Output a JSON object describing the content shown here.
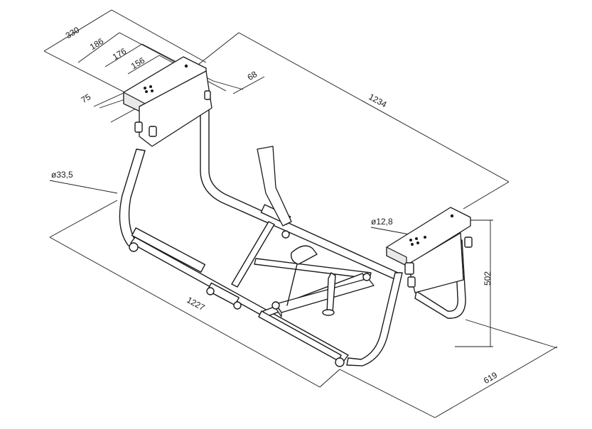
{
  "drawing": {
    "colors": {
      "line": "#1a1a1a",
      "background": "#ffffff",
      "shade": "#e9e9e9"
    },
    "dimensions": {
      "d330": "330",
      "d186": "186",
      "d176": "176",
      "d156": "156",
      "d68": "68",
      "d75": "75",
      "d1234": "1234",
      "d_tube": "ø33,5",
      "d_hole": "ø12,8",
      "d1227": "1227",
      "d502": "502",
      "d619": "619"
    }
  }
}
